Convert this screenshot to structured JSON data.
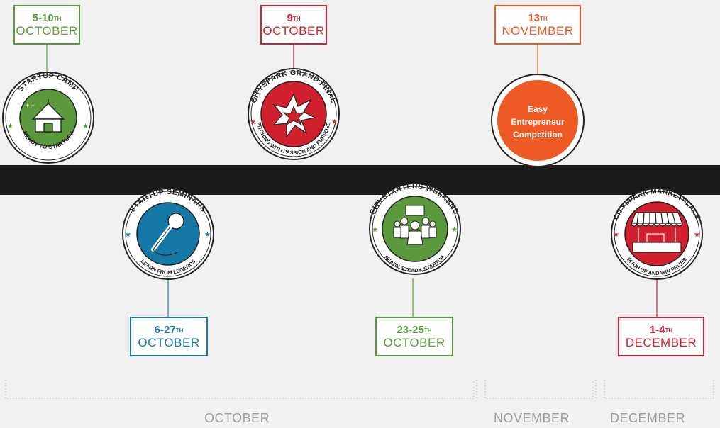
{
  "events": [
    {
      "id": "startup-camp",
      "date_num": "5-10",
      "date_sup": "TH",
      "month": "OCTOBER",
      "top_text": "STARTUP CAMP",
      "bottom_text": "READY TO STARTUP?",
      "color": "#5b9a3c"
    },
    {
      "id": "grand-final",
      "date_num": "9",
      "date_sup": "TH",
      "month": "OCTOBER",
      "top_text": "CITYSPARK GRAND FINAL",
      "bottom_text": "PITCHING WITH PASSION AND PURPOSE",
      "color": "#d2202e"
    },
    {
      "id": "easy-entrepreneur",
      "date_num": "13",
      "date_sup": "TH",
      "month": "NOVEMBER",
      "center_line1": "Easy",
      "center_line2": "Entrepreneur",
      "center_line3": "Competition",
      "color": "#ef5a24"
    },
    {
      "id": "startup-seminars",
      "date_num": "6-27",
      "date_sup": "TH",
      "month": "OCTOBER",
      "top_text": "STARTUP SEMINARS",
      "bottom_text": "LEARN FROM LEGENDS",
      "color": "#1479a6"
    },
    {
      "id": "citystarters-weekend",
      "date_num": "23-25",
      "date_sup": "TH",
      "month": "OCTOBER",
      "top_text": "CITYSTARTERS WEEKEND",
      "bottom_text": "READY, STEADY, STARTUP",
      "color": "#5b9a3c"
    },
    {
      "id": "marketplace",
      "date_num": "1-4",
      "date_sup": "TH",
      "month": "DECEMBER",
      "top_text": "CITYSPARK MARKETPLACE",
      "bottom_text": "PITCH UP AND WIN PRIZES",
      "color": "#d2202e"
    }
  ],
  "months": [
    "OCTOBER",
    "NOVEMBER",
    "DECEMBER"
  ],
  "colors": {
    "band": "#1a1a1a",
    "month_text": "#9e9e9e",
    "dotted": "#c2c2c2"
  },
  "icons": [
    "tent-icon",
    "burst-star-icon",
    "microphone-icon",
    "people-group-icon",
    "market-stall-icon"
  ]
}
